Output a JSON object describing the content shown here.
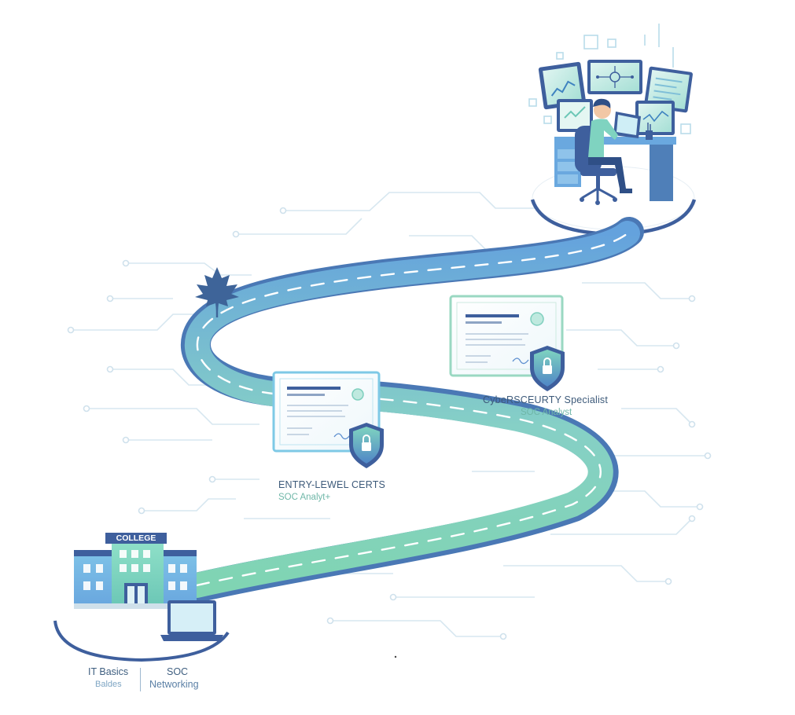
{
  "college": {
    "sign": "COLLEGE"
  },
  "milestones": {
    "entry": {
      "title": "ENTRY-LEWEL CERTS",
      "subtitle": "SOC Analyt+"
    },
    "specialist": {
      "title": "CybeRSCEURTY Specialist",
      "subtitle": "SOC Analyst"
    }
  },
  "base": {
    "left_title": "IT Basics",
    "left_sub": "Baldes",
    "right_title": "SOC",
    "right_sub": "Networking"
  },
  "colors": {
    "road_start": "#7ed0b4",
    "road_end": "#6aa8df",
    "road_edge": "#4f7fb8",
    "navy": "#3b5a99",
    "teal": "#7fd3c0",
    "circuit": "#d6e6ef"
  },
  "icons": {
    "maple": "maple-leaf-icon",
    "lock": "shield-lock-icon",
    "laptop": "laptop-icon",
    "building": "college-building-icon",
    "analyst": "analyst-workstation-icon"
  }
}
